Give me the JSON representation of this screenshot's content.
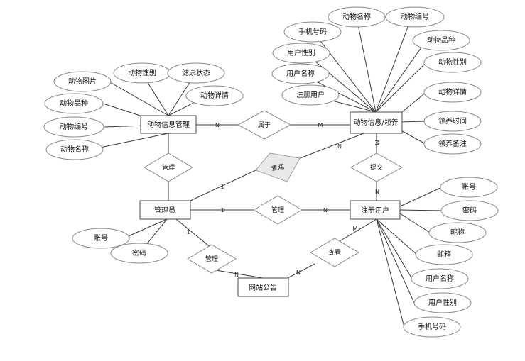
{
  "entities": {
    "animal_info_mgmt": "动物信息管理",
    "animal_adopt": "动物信息/领养",
    "admin": "管理员",
    "registered_user": "注册用户",
    "site_notice": "网站公告"
  },
  "relations": {
    "belongs_to": "属于",
    "manage_info": "管理",
    "view": "查观",
    "submit": "提交",
    "admin_manage_user": "管理",
    "admin_manage_notice": "管理",
    "user_view_notice": "查看"
  },
  "attributes": {
    "info_mgmt": [
      "动物图片",
      "动物性别",
      "健康状态",
      "动物详情",
      "动物品种",
      "动物编号",
      "动物名称"
    ],
    "adopt": [
      "动物名称",
      "动物编号",
      "手机号码",
      "动物品种",
      "用户性别",
      "动物性别",
      "用户名称",
      "注册用户",
      "动物详情",
      "领养时间",
      "领养备注"
    ],
    "admin": [
      "账号",
      "密码"
    ],
    "user": [
      "账号",
      "密码",
      "昵称",
      "邮箱",
      "用户名称",
      "用户性别",
      "手机号码"
    ]
  },
  "cardinality": {
    "belongs_n": "N",
    "belongs_m": "M",
    "view_1": "1",
    "view_n": "N",
    "submit_top": "M",
    "submit_bottom": "N",
    "manage_user_1": "1",
    "manage_user_n": "N",
    "notice_admin_1": "1",
    "notice_admin_n": "N",
    "notice_user_n": "N",
    "notice_user_m": "M"
  }
}
